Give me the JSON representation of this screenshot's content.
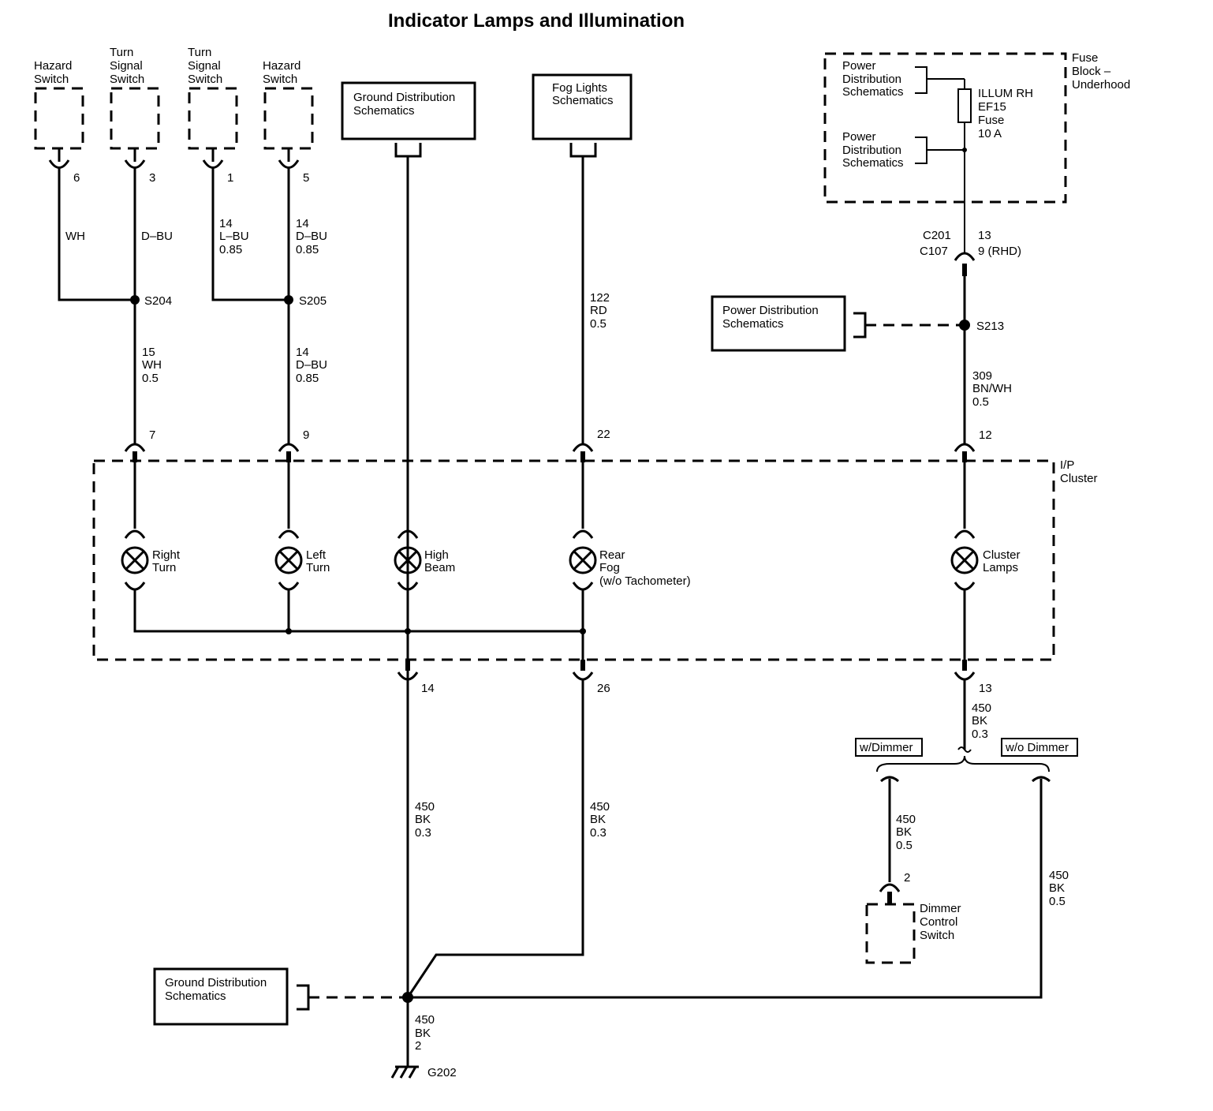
{
  "title": "Indicator Lamps and Illumination",
  "switches": {
    "hazard_1": [
      "Hazard",
      "Switch"
    ],
    "turn_1": [
      "Turn",
      "Signal",
      "Switch"
    ],
    "turn_2": [
      "Turn",
      "Signal",
      "Switch"
    ],
    "hazard_2": [
      "Hazard",
      "Switch"
    ]
  },
  "boxes": {
    "ground_top": [
      "Ground Distribution",
      "Schematics"
    ],
    "fog_top": [
      "Fog Lights",
      "Schematics"
    ],
    "power_mid": [
      "Power Distribution",
      "Schematics"
    ],
    "ground_bottom": [
      "Ground Distribution",
      "Schematics"
    ],
    "w_dimmer": "w/Dimmer",
    "wo_dimmer": "w/o Dimmer"
  },
  "fuse_block": {
    "name": [
      "Fuse",
      "Block –",
      "Underhood"
    ],
    "power_a": [
      "Power",
      "Distribution",
      "Schematics"
    ],
    "power_b": [
      "Power",
      "Distribution",
      "Schematics"
    ],
    "fuse": [
      "ILLUM RH",
      "EF15",
      "Fuse",
      "10 A"
    ]
  },
  "pins": {
    "p6": "6",
    "p3": "3",
    "p1": "1",
    "p5": "5",
    "p7": "7",
    "p9": "9",
    "p22": "22",
    "p12": "12",
    "p14": "14",
    "p26": "26",
    "p13b": "13",
    "p2": "2"
  },
  "wires": {
    "wh": [
      "WH"
    ],
    "dbu_top": [
      "D–BU"
    ],
    "lbu": [
      "14",
      "L–BU",
      "0.85"
    ],
    "dbu_s205": [
      "14",
      "D–BU",
      "0.85"
    ],
    "wh_lower": [
      "15",
      "WH",
      "0.5"
    ],
    "dbu_lower": [
      "14",
      "D–BU",
      "0.85"
    ],
    "rd": [
      "122",
      "RD",
      "0.5"
    ],
    "bnwh": [
      "309",
      "BN/WH",
      "0.5"
    ],
    "bk_14": [
      "450",
      "BK",
      "0.3"
    ],
    "bk_26": [
      "450",
      "BK",
      "0.3"
    ],
    "bk_13": [
      "450",
      "BK",
      "0.3"
    ],
    "bk_dimmer": [
      "450",
      "BK",
      "0.5"
    ],
    "bk_wo": [
      "450",
      "BK",
      "0.5"
    ],
    "bk_ground": [
      "450",
      "BK",
      "2"
    ]
  },
  "connector": {
    "left": [
      "C201",
      "C107"
    ],
    "right": [
      "13",
      "9 (RHD)"
    ]
  },
  "splices": {
    "s204": "S204",
    "s205": "S205",
    "s213": "S213"
  },
  "cluster": {
    "name": [
      "I/P",
      "Cluster"
    ],
    "lamp_right_turn": [
      "Right",
      "Turn"
    ],
    "lamp_left_turn": [
      "Left",
      "Turn"
    ],
    "lamp_high_beam": [
      "High",
      "Beam"
    ],
    "lamp_rear_fog": [
      "Rear",
      "Fog",
      "(w/o Tachometer)"
    ],
    "lamp_cluster": [
      "Cluster",
      "Lamps"
    ]
  },
  "dimmer_switch": [
    "Dimmer",
    "Control",
    "Switch"
  ],
  "ground": "G202"
}
